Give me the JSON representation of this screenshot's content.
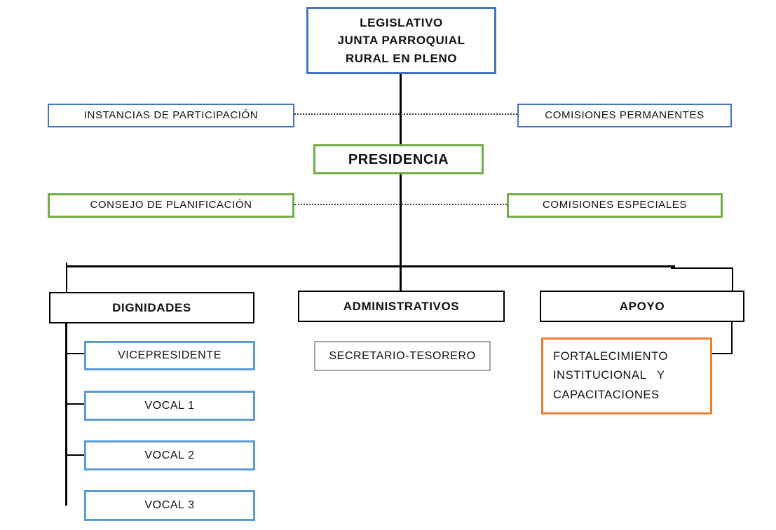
{
  "diagram": {
    "type": "org-chart",
    "nodes": {
      "legislativo": {
        "label": "LEGISLATIVO\nJUNTA PARROQUIAL\nRURAL EN PLENO",
        "border_color": "#4472C4"
      },
      "instancias_participacion": {
        "label": "INSTANCIAS DE PARTICIPACIÓN",
        "border_color": "#4472C4"
      },
      "comisiones_permanentes": {
        "label": "COMISIONES PERMANENTES",
        "border_color": "#4472C4"
      },
      "presidencia": {
        "label": "PRESIDENCIA",
        "border_color": "#70AD47"
      },
      "consejo_planificacion": {
        "label": "CONSEJO DE PLANIFICACIÓN",
        "border_color": "#70AD47"
      },
      "comisiones_especiales": {
        "label": "COMISIONES ESPECIALES",
        "border_color": "#70AD47"
      },
      "dignidades": {
        "label": "DIGNIDADES",
        "border_color": "#000000"
      },
      "administrativos": {
        "label": "ADMINISTRATIVOS",
        "border_color": "#000000"
      },
      "apoyo": {
        "label": "APOYO",
        "border_color": "#000000"
      },
      "vicepresidente": {
        "label": "VICEPRESIDENTE",
        "border_color": "#5B9BD5"
      },
      "vocal_1": {
        "label": "VOCAL 1",
        "border_color": "#5B9BD5"
      },
      "vocal_2": {
        "label": "VOCAL 2",
        "border_color": "#5B9BD5"
      },
      "vocal_3": {
        "label": "VOCAL 3",
        "border_color": "#5B9BD5"
      },
      "secretario_tesorero": {
        "label": "SECRETARIO-TESORERO",
        "border_color": "#A6A6A6"
      },
      "fortalecimiento": {
        "label": "FORTALECIMIENTO\nINSTITUCIONAL   Y\nCAPACITACIONES",
        "border_color": "#ED7D31"
      }
    },
    "connectors": {
      "solid_color": "#000000",
      "dotted_color": "#3D3D3D"
    }
  }
}
